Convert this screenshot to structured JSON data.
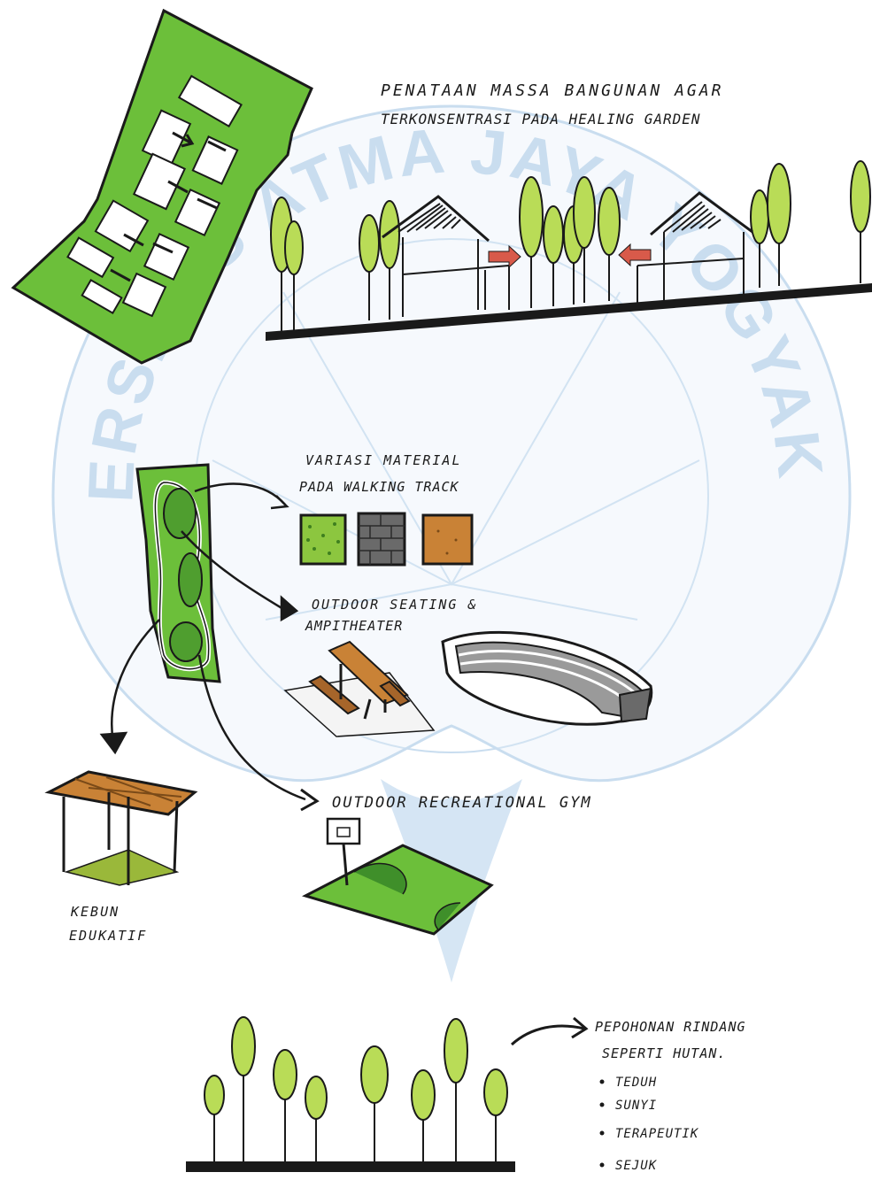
{
  "watermark": {
    "text": "UNIVERSITAS ATMA JAYA YOGYAKARTA",
    "color": "#5a98cf"
  },
  "colors": {
    "grass": "#6cbf3a",
    "grass_dark": "#3f8f2a",
    "tree": "#b9dc57",
    "wood": "#c98236",
    "ink": "#1a1a1a",
    "arrow_red": "#d85a4a"
  },
  "sections": {
    "massing": {
      "line1": "PENATAAN MASSA BANGUNAN AGAR",
      "line2": "TERKONSENTRASI PADA HEALING GARDEN"
    },
    "walking_track": {
      "line1": "VARIASI MATERIAL",
      "line2": "PADA WALKING TRACK"
    },
    "seating": {
      "line1": "OUTDOOR SEATING &",
      "line2": "AMPITHEATER"
    },
    "gym": {
      "label": "OUTDOOR RECREATIONAL GYM"
    },
    "kebun": {
      "line1": "KEBUN",
      "line2": "EDUKATIF"
    },
    "trees": {
      "line1": "PEPOHONAN RINDANG",
      "line2": "SEPERTI HUTAN.",
      "bullets": [
        "TEDUH",
        "SUNYI",
        "TERAPEUTIK",
        "SEJUK"
      ]
    }
  }
}
